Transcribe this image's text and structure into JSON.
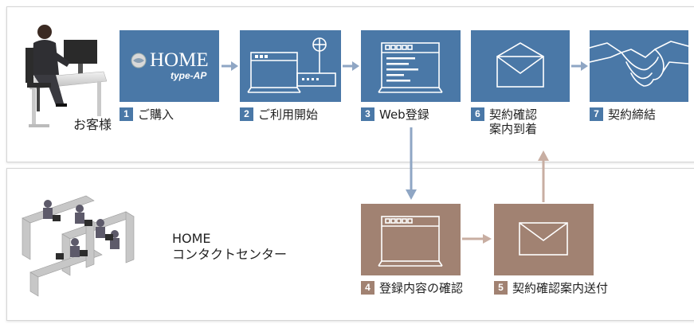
{
  "customer": {
    "label": "お客様"
  },
  "center": {
    "line1": "HOME",
    "line2": "コンタクトセンター"
  },
  "product": {
    "logo": "HOME",
    "sub": "type-AP"
  },
  "steps": [
    {
      "num": "1",
      "label": "ご購入",
      "color": "#4a78a7"
    },
    {
      "num": "2",
      "label": "ご利用開始",
      "color": "#4a78a7"
    },
    {
      "num": "3",
      "label": "Web登録",
      "color": "#4a78a7"
    },
    {
      "num": "4",
      "label": "登録内容の確認",
      "color": "#a18272"
    },
    {
      "num": "5",
      "label": "契約確認案内送付",
      "color": "#a18272"
    },
    {
      "num": "6",
      "label": "契約確認",
      "label2": "案内到着",
      "color": "#4a78a7"
    },
    {
      "num": "7",
      "label": "契約締結",
      "color": "#4a78a7"
    }
  ],
  "colors": {
    "blue_tile": "#4a78a7",
    "brown_tile": "#a18272",
    "blue_arrow": "#8fa6c4",
    "brown_arrow": "#c8aea2"
  }
}
